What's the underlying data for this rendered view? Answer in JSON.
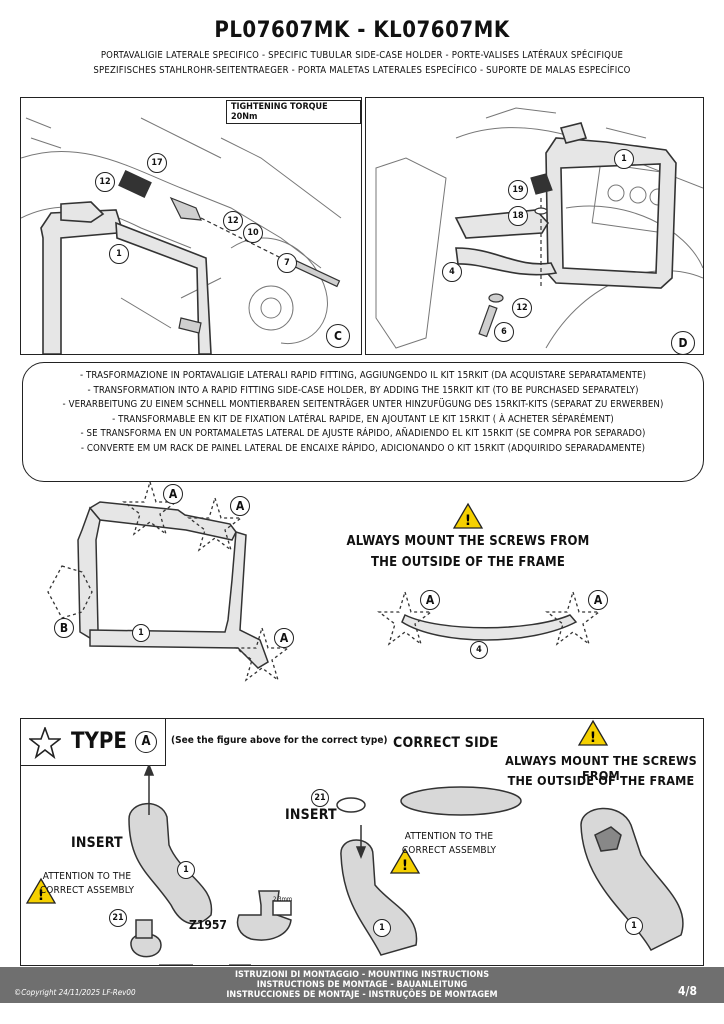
{
  "header": {
    "title": "PL07607MK - KL07607MK",
    "subtitle_1": "PORTAVALIGIE LATERALE SPECIFICO  -  SPECIFIC TUBULAR SIDE-CASE HOLDER  -  PORTE-VALISES LATÉRAUX SPÉCIFIQUE",
    "subtitle_2": "SPEZIFISCHES STAHLROHR-SEITENTRAEGER  -  PORTA MALETAS LATERALES ESPECÍFICO  -  SUPORTE DE MALAS ESPECÍFICO"
  },
  "figure_c": {
    "torque": "TIGHTENING TORQUE 20Nm",
    "corner": "C",
    "callouts": [
      "17",
      "12",
      "12",
      "10",
      "7",
      "1"
    ]
  },
  "figure_d": {
    "corner": "D",
    "callouts": [
      "1",
      "19",
      "18",
      "4",
      "12",
      "6"
    ]
  },
  "notes": [
    "- TRASFORMAZIONE IN PORTAVALIGIE LATERALI RAPID FITTING, AGGIUNGENDO IL KIT 15RKIT (DA ACQUISTARE SEPARATAMENTE)",
    "- TRANSFORMATION INTO A RAPID FITTING SIDE-CASE HOLDER, BY ADDING THE 15RKIT KIT (TO BE PURCHASED SEPARATELY)",
    "- VERARBEITUNG ZU EINEM SCHNELL MONTIERBAREN SEITENTRÄGER UNTER HINZUFÜGUNG DES 15RKIT-KITS (SEPARAT ZU ERWERBEN)",
    "-  TRANSFORMABLE EN KIT DE FIXATION LATÉRAL RAPIDE, EN AJOUTANT LE KIT 15RKIT ( À ACHETER SÉPARÉMENT)",
    "- SE TRANSFORMA EN UN PORTAMALETAS LATERAL DE AJUSTE RÁPIDO, AÑADIENDO EL KIT 15RKIT (SE COMPRA POR SEPARADO)",
    "- CONVERTE EM UM RACK DE PAINEL LATERAL DE ENCAIXE RÁPIDO, ADICIONANDO O KIT 15RKIT (ADQUIRIDO SEPARADAMENTE)"
  ],
  "middle": {
    "label_a": "A",
    "label_b": "B",
    "part_1": "1",
    "part_4": "4",
    "warning_line1": "ALWAYS MOUNT THE SCREWS FROM",
    "warning_line2": "THE OUTSIDE OF THE FRAME"
  },
  "type_box": {
    "type_label": "TYPE",
    "type_letter": "A",
    "type_note": "(See the figure above for the correct type)",
    "insert_left": "INSERT",
    "attention_left_1": "ATTENTION TO THE",
    "attention_left_2": "CORRECT ASSEMBLY",
    "part_21": "21",
    "part_z": "Z1957",
    "dim": "2.3mm",
    "correct_side": "CORRECT SIDE",
    "insert_mid": "INSERT",
    "attention_mid_1": "ATTENTION TO THE",
    "attention_mid_2": "CORRECT ASSEMBLY",
    "warning_line1": "ALWAYS MOUNT THE SCREWS FROM",
    "warning_line2": "THE OUTSIDE OF THE FRAME",
    "part_1": "1"
  },
  "footer": {
    "line1": "ISTRUZIONI DI MONTAGGIO  -  MOUNTING INSTRUCTIONS",
    "line2": "INSTRUCTIONS DE MONTAGE - BAUANLEITUNG",
    "line3": "INSTRUCCIONES DE MONTAJE - INSTRUÇÕES DE MONTAGEM",
    "copyright": "©Copyright 24/11/2025 LF-Rev00",
    "page": "4/8"
  },
  "colors": {
    "warning_yellow": "#f5d000",
    "footer_gray": "#6f6f6f"
  }
}
